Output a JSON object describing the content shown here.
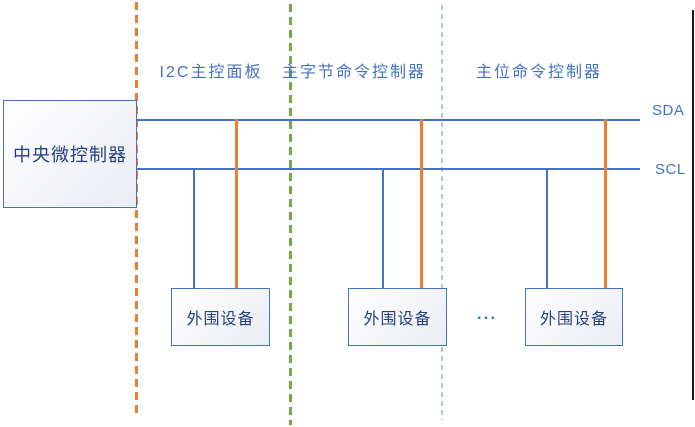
{
  "diagram": {
    "central_box": {
      "label": "中央微控制器"
    },
    "region_labels": [
      {
        "label": "I2C主控面板"
      },
      {
        "label": "主字节命令控制器"
      },
      {
        "label": "主位命令控制器"
      }
    ],
    "bus_labels": [
      {
        "label": "SDA"
      },
      {
        "label": "SCL"
      }
    ],
    "peripherals": [
      {
        "label": "外围设备"
      },
      {
        "label": "外围设备"
      },
      {
        "label": "外围设备"
      }
    ],
    "ellipsis": "...",
    "colors": {
      "bus_blue": "#4472C4",
      "connector_orange": "#ED7D31",
      "divider_orange": "#ED7D31",
      "divider_green": "#70AD47",
      "divider_light_blue": "#B0C6E8",
      "label_blue": "#4472C4",
      "box_text_navy": "#24417E",
      "border_black": "#1a1a1a"
    }
  }
}
